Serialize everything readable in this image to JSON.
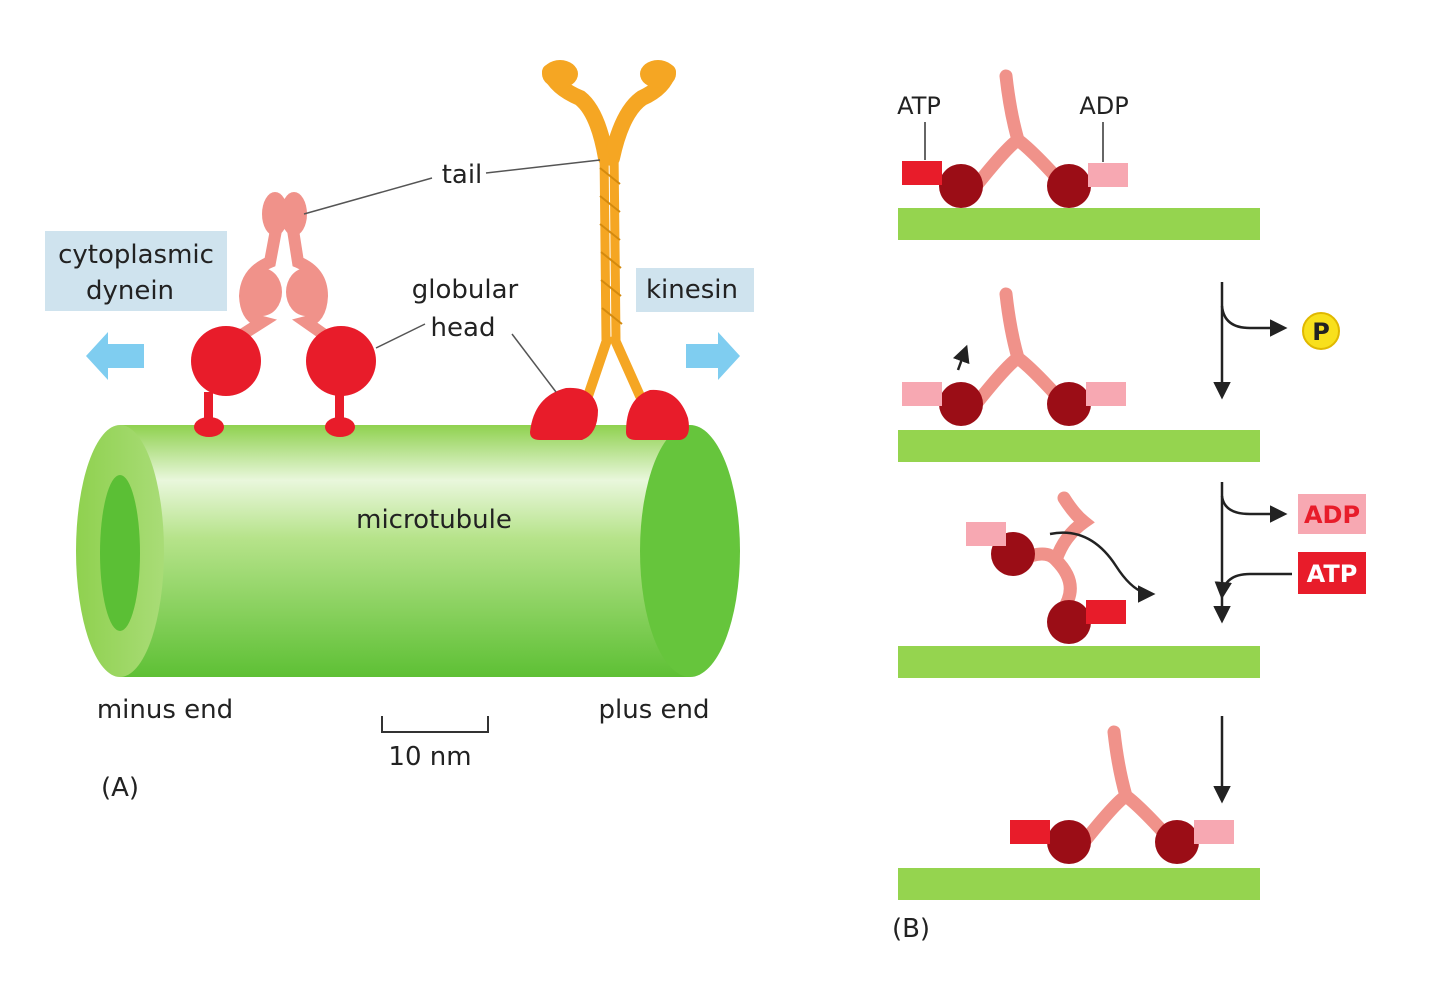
{
  "panel_a": {
    "panel_label": "(A)",
    "tail_label": "tail",
    "dynein_label_line1": "cytoplasmic",
    "dynein_label_line2": "dynein",
    "kinesin_label": "kinesin",
    "head_label_line1": "globular",
    "head_label_line2": "head",
    "microtubule_label": "microtubule",
    "minus_end_label": "minus end",
    "plus_end_label": "plus end",
    "scale_bar_label": "10 nm"
  },
  "panel_b": {
    "panel_label": "(B)",
    "atp_label": "ATP",
    "adp_label": "ADP",
    "phosphate_label": "P",
    "released_adp_label": "ADP",
    "bound_atp_label": "ATP"
  },
  "colors": {
    "microtubule_green": "#8fd14f",
    "track_green": "#95d44f",
    "head_red": "#e81c2a",
    "kinesin_head_dark": "#9b0d16",
    "stalk_pink": "#f0928a",
    "kinesin_tail_orange": "#f5a623",
    "atp_red": "#e81c2a",
    "adp_pink": "#f7a8b2",
    "label_box_blue": "#cfe3ee",
    "direction_arrow_blue": "#7fcdf0",
    "phosphate_yellow": "#f8e01c"
  }
}
